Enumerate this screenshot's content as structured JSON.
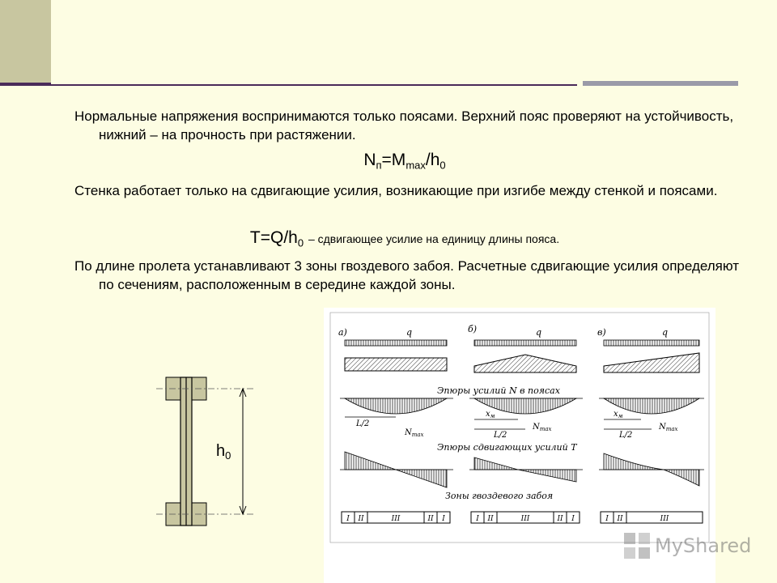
{
  "slide": {
    "p1": "Нормальные напряжения воспринимаются только поясами. Верхний пояс проверяют на устойчивость, нижний – на прочность при растяжении.",
    "formula1": {
      "lhs": "N",
      "lhs_sub": "п",
      "mid": "=M",
      "mid_sub": "max",
      "rhs": "/h",
      "rhs_sub": "0"
    },
    "p2": "Стенка работает только на сдвигающие усилия, возникающие при изгибе между стенкой и поясами.",
    "formula2": {
      "main": "T=Q/h",
      "sub": "0",
      "desc": "– сдвигающее усилие на единицу длины пояса."
    },
    "p3": "По длине пролета устанавливают 3 зоны гвоздевого забоя. Расчетные сдвигающие усилия определяют по сечениям, расположенным в середине каждой зоны."
  },
  "ibeam": {
    "label": "h",
    "label_sub": "0"
  },
  "diagram": {
    "case_labels": [
      "а)",
      "б)",
      "в)"
    ],
    "load_label": "q",
    "caption_n": "Эпюры усилий N в поясах",
    "caption_t": "Эпюры сдвигающих усилий T",
    "caption_zones": "Зоны гвоздевого забоя",
    "span_half": "L/2",
    "nmax": "N",
    "nmax_sub": "max",
    "xm": "x",
    "xm_sub": "м",
    "zones_a": [
      "I",
      "II",
      "III",
      "II",
      "I"
    ],
    "zones_b": [
      "I",
      "II",
      "III",
      "II",
      "I"
    ],
    "zones_c": [
      "I",
      "II",
      "III"
    ]
  },
  "watermark": {
    "text": "MyShared"
  }
}
